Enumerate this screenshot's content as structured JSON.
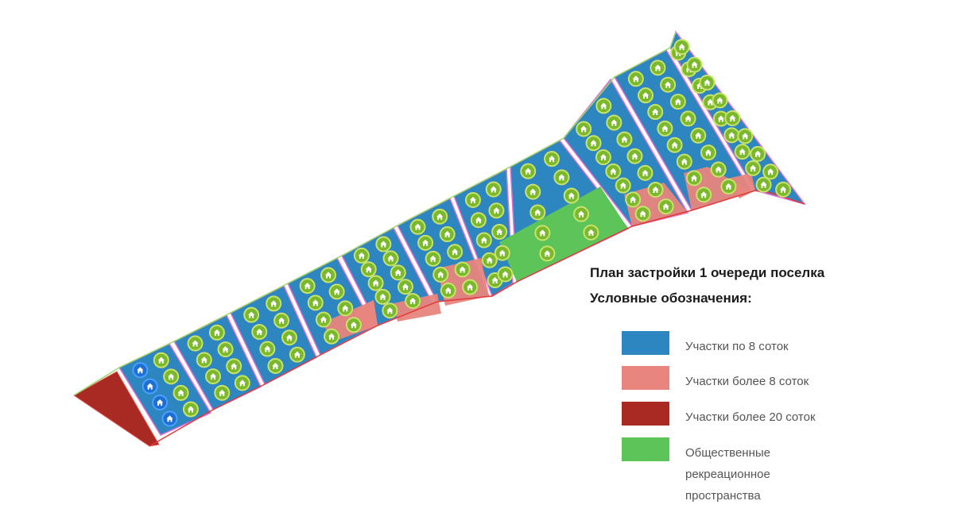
{
  "title": "План застройки 1 очереди поселка",
  "subtitle": "Условные обозначения:",
  "colors": {
    "plot_8": "#2e86c1",
    "plot_over_8": "#e8857e",
    "plot_over_20": "#a82a22",
    "recreation": "#5dc45a",
    "house_icon_ring": "#7bb82c",
    "house_icon_built": "#1f6fd1"
  },
  "legend": [
    {
      "key": "plot_8",
      "label": "Участки по 8 соток"
    },
    {
      "key": "plot_over_8",
      "label": "Участки более 8 соток"
    },
    {
      "key": "plot_over_20",
      "label": "Участки более 20 соток"
    },
    {
      "key": "recreation",
      "label": "Общественные\nрекреационное\nпространства"
    }
  ]
}
